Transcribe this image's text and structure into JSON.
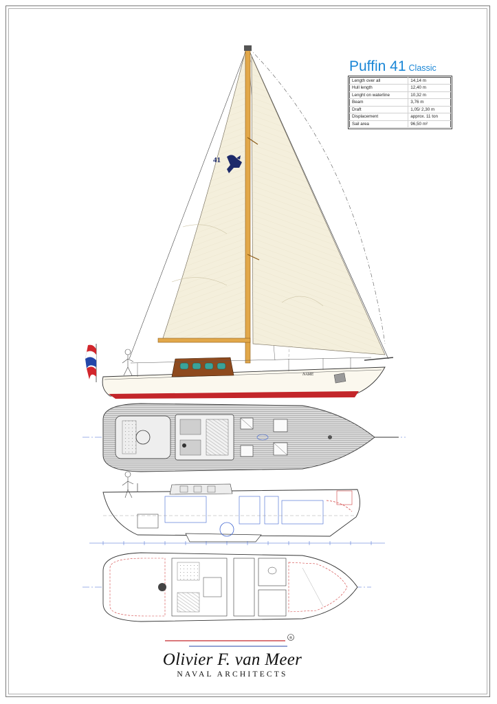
{
  "title": {
    "model": "Puffin 41",
    "variant": "Classic"
  },
  "specs": [
    {
      "label": "Length over all",
      "value": "14,14 m"
    },
    {
      "label": "Hull length",
      "value": "12,40 m"
    },
    {
      "label": "Lenght on waterline",
      "value": "10,32 m"
    },
    {
      "label": "Beam",
      "value": "3,76 m"
    },
    {
      "label": "Draft",
      "value": "1,05/ 2,30 m"
    },
    {
      "label": "Displacement",
      "value": "approx. 11 ton"
    },
    {
      "label": "Sail area",
      "value": "96,50 m²"
    }
  ],
  "sail_number": "41",
  "hull_name": "NAME",
  "logo": {
    "name": "Olivier F. van Meer",
    "subtitle": "NAVAL ARCHITECTS",
    "registered_mark": "®"
  },
  "colors": {
    "title_blue": "#1a86d6",
    "sail_cream": "#f4efdc",
    "mast_wood": "#e2a84a",
    "hull_white": "#fbf8ee",
    "antifouling_red": "#c3262a",
    "deck_teak": "#9a9a9a",
    "flag_red": "#d2262c",
    "flag_blue": "#2346a8",
    "puffin_navy": "#1d2a6a",
    "cabin_mahogany": "#8e4a1e",
    "porthole_teal": "#3aa39a",
    "plan_blue": "#3d63d0",
    "plan_red": "#d03a3a"
  }
}
